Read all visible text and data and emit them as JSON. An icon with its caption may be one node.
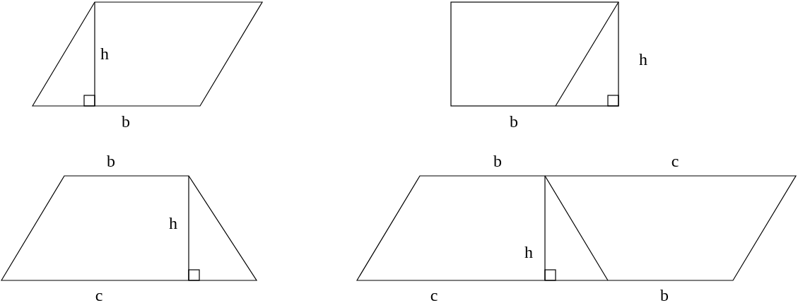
{
  "diagram": {
    "labels": [
      "h",
      "h",
      "b",
      "b",
      "b",
      "b",
      "c",
      "h",
      "h",
      "c",
      "c",
      "b"
    ]
  }
}
